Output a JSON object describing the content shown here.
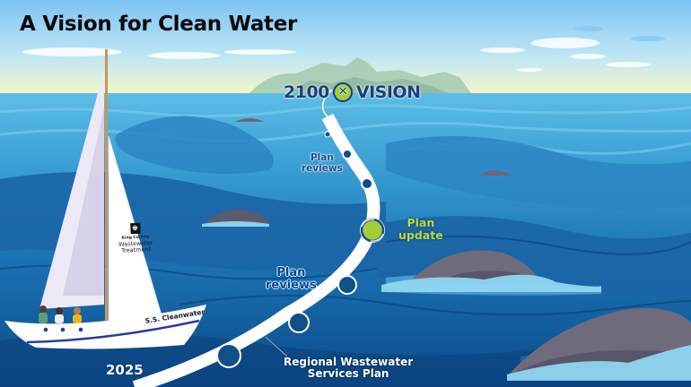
{
  "title": "A Vision for Clean Water",
  "vision": {
    "year": "2100",
    "icon": "x-circle-icon",
    "icon_glyph": "✕",
    "word": "VISION"
  },
  "timeline": {
    "start_label": "2025",
    "milestones": [
      {
        "id": "rwsp",
        "line1": "Regional Wastewater",
        "line2": "Services Plan"
      },
      {
        "id": "plan-reviews-1",
        "line1": "Plan",
        "line2": "reviews"
      },
      {
        "id": "plan-update",
        "line1": "Plan",
        "line2": "update",
        "icon": "refresh-cycle-icon"
      },
      {
        "id": "plan-reviews-2",
        "line1": "Plan",
        "line2": "reviews"
      }
    ],
    "end_label": "2100 VISION"
  },
  "boat": {
    "name": "S.S. Cleanwater",
    "sail_logo": {
      "org": "King County",
      "line1": "Wastewater",
      "line2": "Treatment"
    },
    "crew_count": 3
  },
  "colors": {
    "title": "#0a0a0a",
    "vision_text": "#1a3f7a",
    "vision_badge": "#a6cc3a",
    "plan_update": "#b7dc3c",
    "path": "#ffffff",
    "milestone_dot": "#114f88",
    "sea_deep": "#0d4a8a",
    "sea_mid": "#1c79b8",
    "sea_light": "#4eb0dc",
    "sky_top": "#7cc3f5",
    "sky_horizon": "#f4f6c8",
    "rock": "#6b6778"
  }
}
